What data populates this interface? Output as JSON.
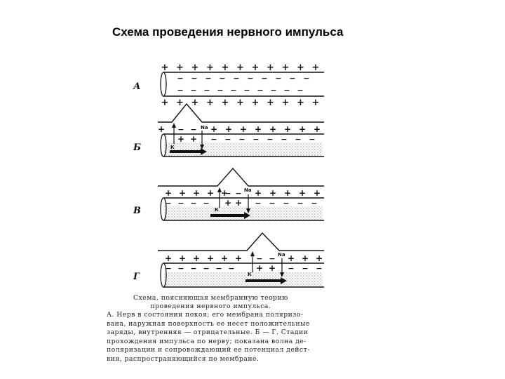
{
  "slide_title": "Схема проведения нервного импульса",
  "panels": [
    {
      "label": "А"
    },
    {
      "label": "Б",
      "ion_in": "Na",
      "ion_out": "К"
    },
    {
      "label": "В",
      "ion_in": "Na",
      "ion_out": "К"
    },
    {
      "label": "Г",
      "ion_in": "Na",
      "ion_out": "К"
    }
  ],
  "caption": {
    "title_lines": [
      "Схема, поясняющая мембранную теорию",
      "проведения нервного импульса."
    ],
    "body_lines": [
      "А. Нерв в состоянии покоя; его мембрана поляризо-",
      "вана, наружная поверхность ее несет положительные",
      "заряды, внутренняя — отрицательные. Б — Г. Стадии",
      "прохождения импульса по нерву; показана волна де-",
      "поляризации и сопровождающий ее потенциал дейст-",
      "вия, распространяющийся по мембране."
    ]
  },
  "colors": {
    "ink": "#111111",
    "background": "#ffffff",
    "stipple": "#555555"
  }
}
